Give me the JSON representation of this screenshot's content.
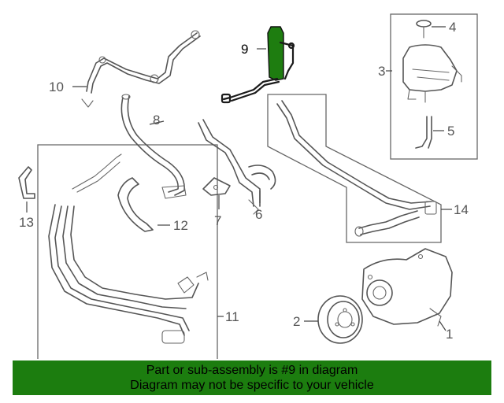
{
  "callouts": {
    "c1": "1",
    "c2": "2",
    "c3": "3",
    "c4": "4",
    "c5": "5",
    "c6": "6",
    "c7": "7",
    "c8": "8",
    "c9": "9",
    "c10": "10",
    "c11": "11",
    "c12": "12",
    "c13": "13",
    "c14": "14"
  },
  "highlight_part": "9",
  "banner": {
    "line1": "Part or sub-assembly is #9 in diagram",
    "line2": "Diagram may not be specific to your vehicle"
  },
  "colors": {
    "highlight": "#1e7d10",
    "banner_bg": "#1c7d0f",
    "line": "#555555"
  }
}
